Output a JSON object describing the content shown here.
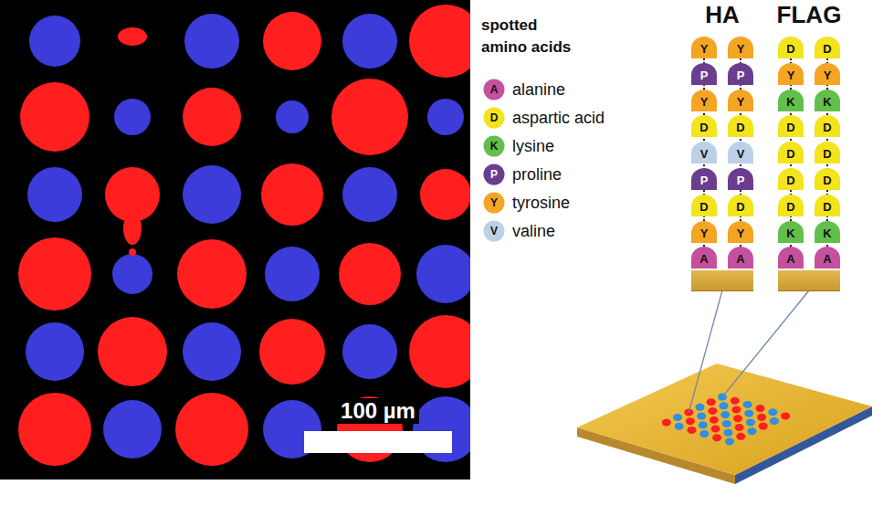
{
  "diagram": {
    "nodes": [
      {
        "text": [
          "HA"
        ]
      },
      {
        "text": [
          "Y"
        ],
        "in": 0
      },
      {
        "text": [
          "Y"
        ],
        "in": 0
      },
      {
        "text": [
          "P"
        ],
        "in": 0
      },
      {
        "text": [
          "P"
        ],
        "in": 0
      },
      {
        "text": [
          "Y"
        ],
        "in": 0
      },
      {
        "text": [
          "Y"
        ],
        "in": 0
      },
      {
        "text": [
          "D"
        ],
        "in": 0
      },
      {
        "text": [
          "D"
        ],
        "in": 0
      },
      {
        "text": [
          "V"
        ],
        "in": 0
      },
      {
        "text": [
          "V"
        ],
        "in": 0
      },
      {
        "text": [
          "P"
        ],
        "in": 0
      },
      {
        "text": [
          "P"
        ],
        "in": 0
      },
      {
        "text": [
          "D"
        ],
        "in": 0
      },
      {
        "text": [
          "D"
        ],
        "in": 0
      },
      {
        "text": [
          "Y"
        ],
        "in": 0
      },
      {
        "text": [
          "Y"
        ],
        "in": 0
      },
      {
        "text": [
          "A"
        ],
        "in": 0
      },
      {
        "text": [
          "A"
        ],
        "in": 0
      },
      {
        "text": [
          "FLAG"
        ]
      },
      {
        "text": [
          "D"
        ],
        "in": 19
      },
      {
        "text": [
          "D"
        ],
        "in": 19
      },
      {
        "text": [
          "Y"
        ],
        "in": 19
      },
      {
        "text": [
          "Y"
        ],
        "in": 19
      },
      {
        "text": [
          "K"
        ],
        "in": 19
      },
      {
        "text": [
          "K"
        ],
        "in": 19
      },
      {
        "text": [
          "D"
        ],
        "in": 19
      },
      {
        "text": [
          "D"
        ],
        "in": 19
      },
      {
        "text": [
          "D"
        ],
        "in": 19
      },
      {
        "text": [
          "D"
        ],
        "in": 19
      },
      {
        "text": [
          "D"
        ],
        "in": 19
      },
      {
        "text": [
          "D"
        ],
        "in": 19
      },
      {
        "text": [
          "D"
        ],
        "in": 19
      },
      {
        "text": [
          "D"
        ],
        "in": 19
      },
      {
        "text": [
          "K"
        ],
        "in": 19
      },
      {
        "text": [
          "K"
        ],
        "in": 19
      },
      {
        "text": [
          "A"
        ],
        "in": 19
      },
      {
        "text": [
          "A"
        ],
        "in": 19
      }
    ],
    "labels": [
      "spotted amino acids",
      "A",
      "D",
      "K",
      "P",
      "Y",
      "V",
      "100 µm"
    ],
    "legend": [
      {
        "text": "alanine",
        "color": "#c4509e"
      },
      {
        "text": "aspartic acid",
        "color": "#f3e41c"
      },
      {
        "text": "lysine",
        "color": "#62bf4c"
      },
      {
        "text": "proline",
        "color": "#6b3d8f"
      },
      {
        "text": "tyrosine",
        "color": "#f5a524"
      },
      {
        "text": "valine",
        "color": "#bcd0e8"
      }
    ]
  }
}
